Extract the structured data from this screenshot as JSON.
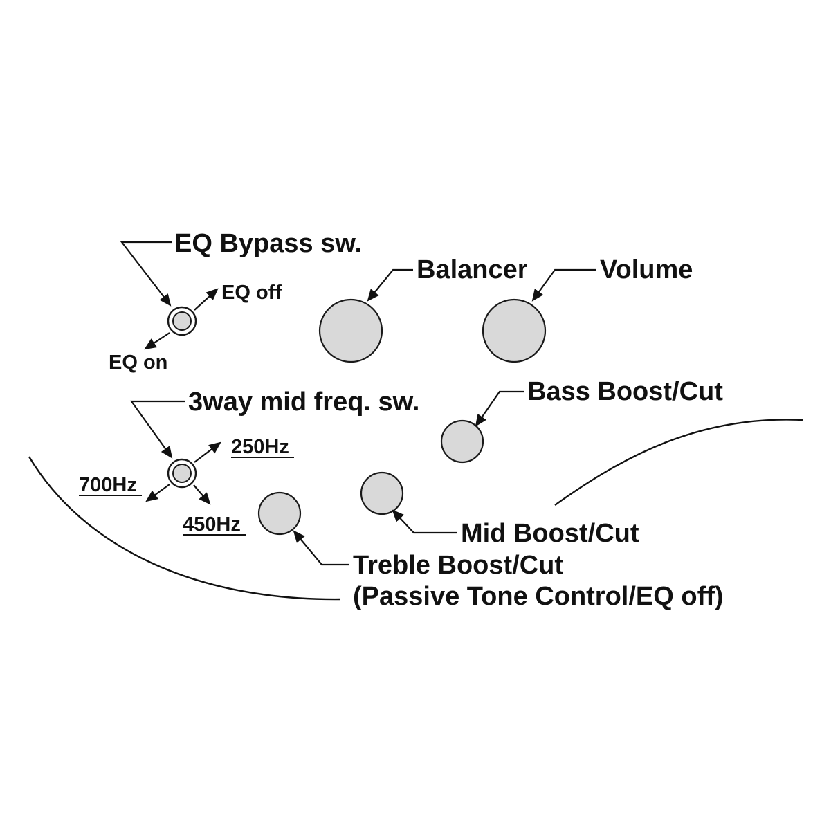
{
  "colors": {
    "background": "#ffffff",
    "ink": "#111111",
    "knob_fill": "#d9d9d9"
  },
  "labels": {
    "eq_bypass": "EQ Bypass sw.",
    "eq_off": "EQ off",
    "eq_on": "EQ on",
    "balancer": "Balancer",
    "volume": "Volume",
    "mid_freq_switch": "3way mid freq. sw.",
    "freq_250": "250Hz",
    "freq_700": "700Hz",
    "freq_450": "450Hz",
    "bass": "Bass Boost/Cut",
    "mid": "Mid Boost/Cut",
    "treble_line1": "Treble Boost/Cut",
    "treble_line2": "(Passive Tone Control/EQ off)"
  }
}
